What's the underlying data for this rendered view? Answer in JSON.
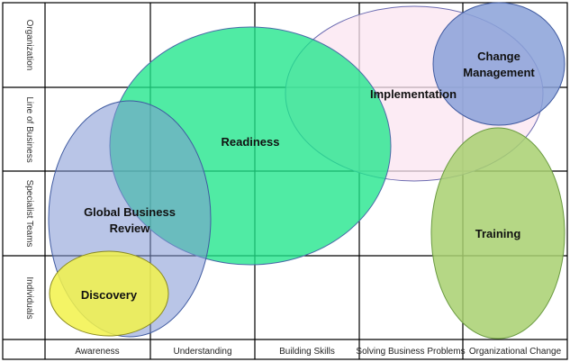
{
  "rows": [
    {
      "label": "Organization"
    },
    {
      "label": "Line of Business"
    },
    {
      "label": "Specialist Teams"
    },
    {
      "label": "Individuals"
    }
  ],
  "columns": [
    {
      "label": "Awareness"
    },
    {
      "label": "Understanding"
    },
    {
      "label": "Building Skills"
    },
    {
      "label": "Solving Business Problems"
    },
    {
      "label": "Organizational Change"
    }
  ],
  "areas": [
    {
      "id": "implementation",
      "line1": "Implementation",
      "line2": "",
      "fill": "#fbe4f0",
      "stroke": "#6a6ab0"
    },
    {
      "id": "readiness",
      "line1": "Readiness",
      "line2": "",
      "fill": "#1fe58a",
      "stroke": "#4a6aa8"
    },
    {
      "id": "global-business-review",
      "line1": "Global Business",
      "line2": "Review",
      "fill": "#7f96d4",
      "stroke": "#3f5aa0"
    },
    {
      "id": "discovery",
      "line1": "Discovery",
      "line2": "",
      "fill": "#f2f24a",
      "stroke": "#8a8a20"
    },
    {
      "id": "change-management",
      "line1": "Change",
      "line2": "Management",
      "fill": "#8aa1d8",
      "stroke": "#3f5aa0"
    },
    {
      "id": "training",
      "line1": "Training",
      "line2": "",
      "fill": "#a8d070",
      "stroke": "#6a9a40"
    }
  ]
}
